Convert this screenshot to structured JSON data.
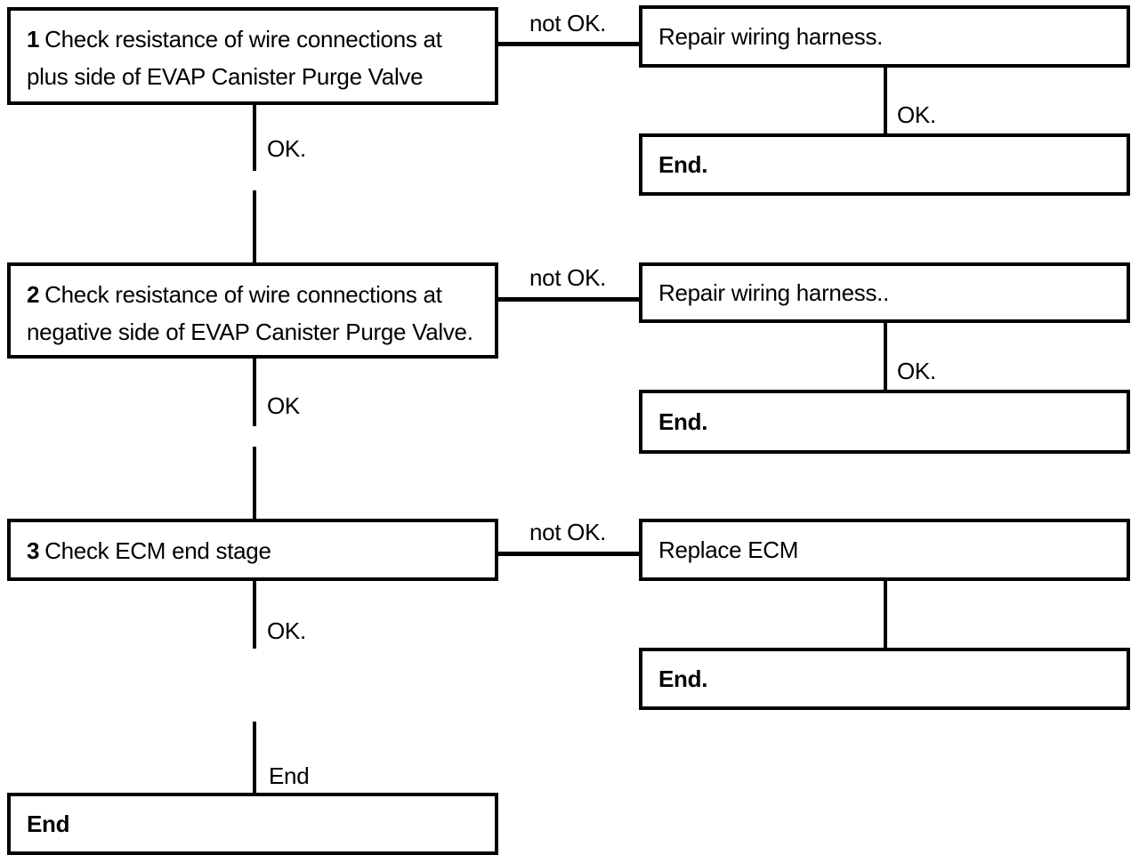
{
  "diagram": {
    "title_hint": "EVAP Canister Purge Valve diagnostic flowchart",
    "colors": {
      "ink": "#000000",
      "background": "#ffffff"
    },
    "nodes": {
      "step1": {
        "number": "1",
        "text": "Check resistance of wire connections at\nplus side of EVAP Canister Purge Valve"
      },
      "repair1": {
        "text": "Repair wiring harness."
      },
      "end1": {
        "text": "End."
      },
      "step2": {
        "number": "2",
        "text": "Check resistance of wire connections at\nnegative side of EVAP Canister Purge Valve."
      },
      "repair2": {
        "text": "Repair wiring harness.."
      },
      "end2": {
        "text": "End."
      },
      "step3": {
        "number": "3",
        "text": "Check ECM end stage"
      },
      "replace3": {
        "text": "Replace ECM"
      },
      "end3": {
        "text": "End."
      },
      "end_final": {
        "text": "End"
      }
    },
    "edge_labels": {
      "not_ok_1": "not OK.",
      "ok_1_left": "OK.",
      "ok_1_right": "OK.",
      "not_ok_2": "not OK.",
      "ok_2_left": "OK",
      "ok_2_right": "OK.",
      "not_ok_3": "not OK.",
      "ok_3_left": "OK.",
      "end_edge": "End"
    }
  }
}
